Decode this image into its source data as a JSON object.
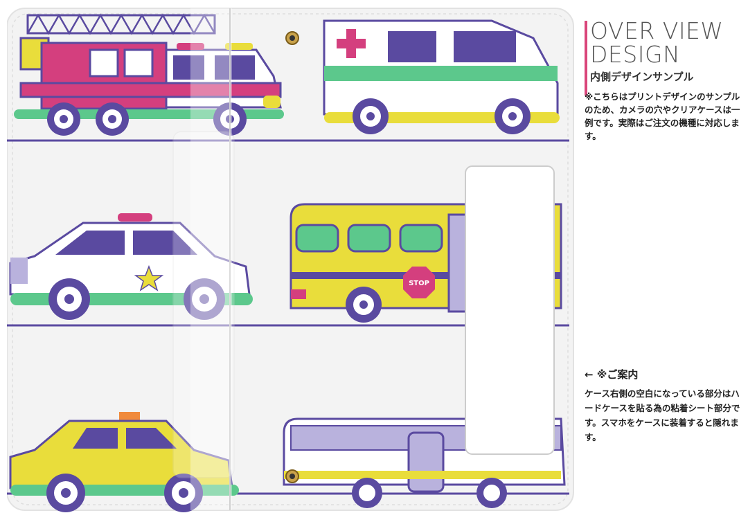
{
  "heading": {
    "line1": "OVER VIEW",
    "line2": "DESIGN",
    "subtitle": "内側デザインサンプル"
  },
  "description": "※こちらはプリントデザインのサンプルのため、カメラの穴やクリアケースは一例です。実際はご注文の機種に対応します。",
  "note": {
    "heading": "← ※ご案内",
    "body": "ケース右側の空白になっている部分はハードケースを貼る為の粘着シート部分です。スマホをケースに装着すると隠れます。"
  },
  "illustration": {
    "stop_sign": "STOP",
    "colors": {
      "purple": "#5a4aa0",
      "yellow": "#e9dd3b",
      "green": "#5cc88c",
      "pink": "#d43f7e",
      "white": "#ffffff",
      "leather": "#f4f4f4"
    }
  }
}
